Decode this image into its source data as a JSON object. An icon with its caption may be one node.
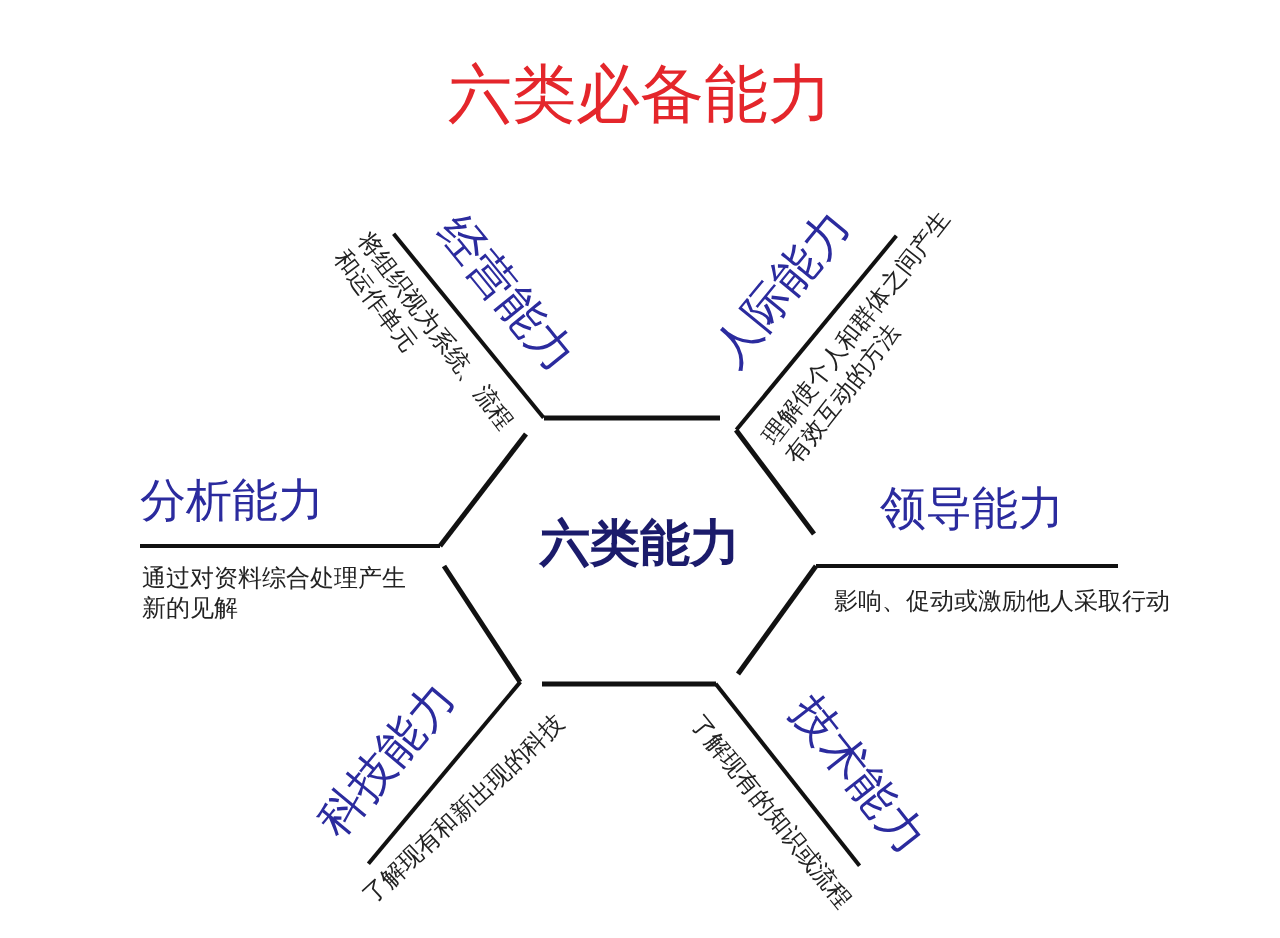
{
  "diagram": {
    "title": "六类必备能力",
    "nodes": [
      {
        "text": [
          "经营能力",
          "将组织视为系统、流程和运作单元"
        ]
      },
      {
        "text": [
          "人际能力",
          "理解使个人和群体之间产生有效互动的方法"
        ]
      },
      {
        "text": [
          "分析能力",
          "通过对资料综合处理产生新的见解"
        ]
      },
      {
        "text": [
          "六类能力"
        ]
      },
      {
        "text": [
          "领导能力",
          "影响、促动或激励他人采取行动"
        ]
      },
      {
        "text": [
          "科技能力",
          "了解现有和新出现的科技"
        ]
      },
      {
        "text": [
          "技术能力",
          "了解现有的知识或流程"
        ]
      }
    ]
  }
}
